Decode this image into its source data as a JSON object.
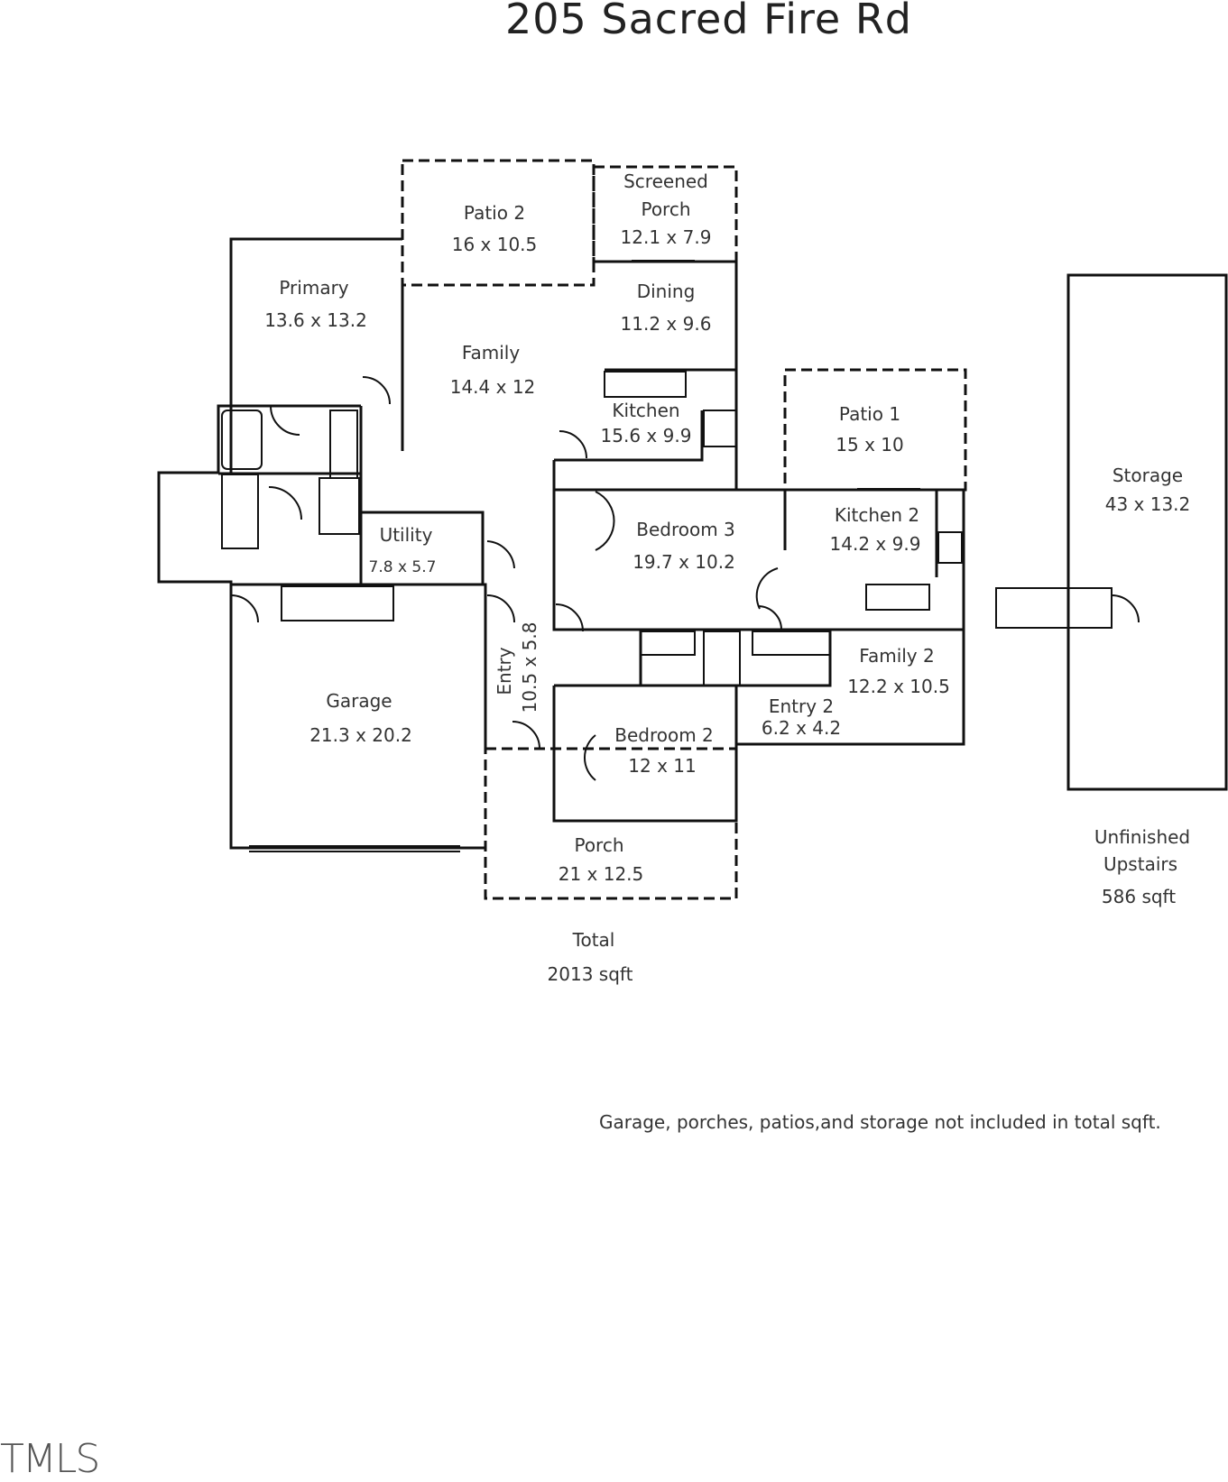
{
  "title": "205 Sacred Fire Rd",
  "rooms": {
    "patio2": {
      "name": "Patio 2",
      "size": "16 x 10.5"
    },
    "screened_porch": {
      "name1": "Screened",
      "name2": "Porch",
      "size": "12.1 x 7.9"
    },
    "primary": {
      "name": "Primary",
      "size": "13.6 x 13.2"
    },
    "dining": {
      "name": "Dining",
      "size": "11.2 x 9.6"
    },
    "family": {
      "name": "Family",
      "size": "14.4 x 12"
    },
    "kitchen": {
      "name": "Kitchen",
      "size": "15.6 x 9.9"
    },
    "patio1": {
      "name": "Patio 1",
      "size": "15 x 10"
    },
    "storage": {
      "name": "Storage",
      "size": "43 x 13.2"
    },
    "kitchen2": {
      "name": "Kitchen 2",
      "size": "14.2 x 9.9"
    },
    "utility": {
      "name": "Utility",
      "size": "7.8 x 5.7"
    },
    "bedroom3": {
      "name": "Bedroom 3",
      "size": "19.7 x 10.2"
    },
    "family2": {
      "name": "Family 2",
      "size": "12.2 x 10.5"
    },
    "garage": {
      "name": "Garage",
      "size": "21.3 x 20.2"
    },
    "entry": {
      "name": "Entry",
      "size": "10.5 x 5.8"
    },
    "entry2": {
      "name": "Entry 2",
      "size": "6.2 x 4.2"
    },
    "bedroom2": {
      "name": "Bedroom 2",
      "size": "12 x 11"
    },
    "porch": {
      "name": "Porch",
      "size": "21 x 12.5"
    }
  },
  "total": {
    "label": "Total",
    "value": "2013 sqft"
  },
  "upstairs": {
    "line1": "Unfinished",
    "line2": "Upstairs",
    "value": "586 sqft"
  },
  "note": "Garage, porches, patios,and storage not included in total sqft.",
  "watermark": "TMLS"
}
